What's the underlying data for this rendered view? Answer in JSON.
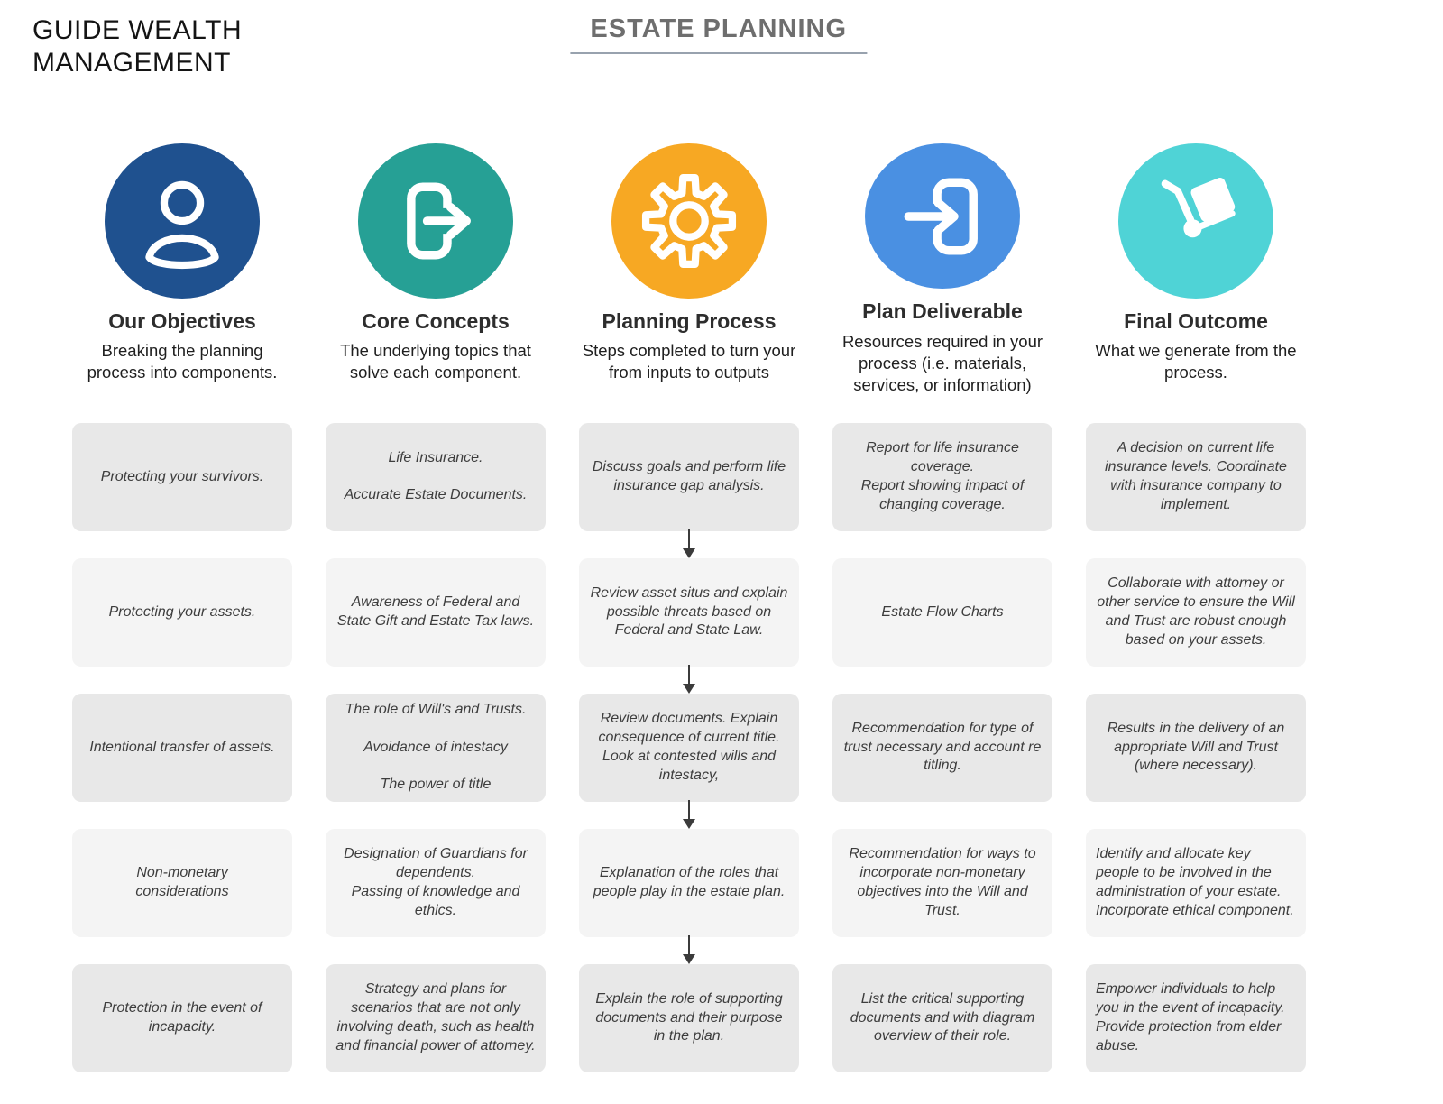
{
  "logo": "GUIDE WEALTH\nMANAGEMENT",
  "header": {
    "title": "ESTATE PLANNING"
  },
  "flow_arrow_color": "#3b3b3b",
  "columns": [
    {
      "heading": "Our Objectives",
      "description": "Breaking the planning process into components.",
      "icon": "person-icon",
      "icon_color": "#1f518f",
      "cells": [
        "Protecting your survivors.",
        "Protecting your assets.",
        "Intentional transfer of assets.",
        "Non-monetary\nconsiderations",
        "Protection in the event of incapacity."
      ]
    },
    {
      "heading": "Core Concepts",
      "description": "The underlying topics that solve each component.",
      "icon": "sign-out-icon",
      "icon_color": "#26a095",
      "cells": [
        "Life Insurance.\n\nAccurate Estate Documents.",
        "Awareness of Federal and State Gift and Estate Tax laws.",
        "The role of Will's and Trusts.\n\nAvoidance of intestacy\n\nThe power of title",
        "Designation of Guardians for dependents.\nPassing of knowledge and ethics.",
        "Strategy and plans for scenarios that are not only involving death, such as health and financial power of attorney."
      ]
    },
    {
      "heading": "Planning Process",
      "description": "Steps completed to turn your from inputs to outputs",
      "icon": "gear-icon",
      "icon_color": "#f7a823",
      "cells": [
        "Discuss goals and perform life insurance gap analysis.",
        "Review asset situs and explain possible threats based on Federal and State Law.",
        "Review documents. Explain consequence of current title. Look at contested wills and intestacy,",
        "Explanation of the roles that people play in the estate plan.",
        "Explain the role of supporting documents and their purpose in the plan."
      ]
    },
    {
      "heading": "Plan Deliverable",
      "description": "Resources required in your process (i.e. materials, services, or information)",
      "icon": "sign-in-icon",
      "icon_color": "#4a90e2",
      "cells": [
        "Report for life insurance coverage.\nReport showing impact of changing coverage.",
        "Estate Flow Charts",
        "Recommendation for type of trust necessary and account re titling.",
        "Recommendation for ways to incorporate non-monetary objectives into the Will and Trust.",
        "List the critical supporting documents and with diagram overview of their role."
      ]
    },
    {
      "heading": "Final Outcome",
      "description": "What we generate from the process.",
      "icon": "hand-truck-icon",
      "icon_color": "#4fd3d6",
      "cells": [
        "A decision on current life insurance levels. Coordinate with insurance company to implement.",
        "Collaborate with attorney or other service to ensure the Will and Trust are robust enough based on your assets.",
        "Results in the delivery of an appropriate Will and Trust (where necessary).",
        "Identify and allocate key people to be involved in the administration of your estate. Incorporate ethical component.",
        "Empower individuals to help you in the event of incapacity. Provide protection from elder abuse."
      ]
    }
  ]
}
